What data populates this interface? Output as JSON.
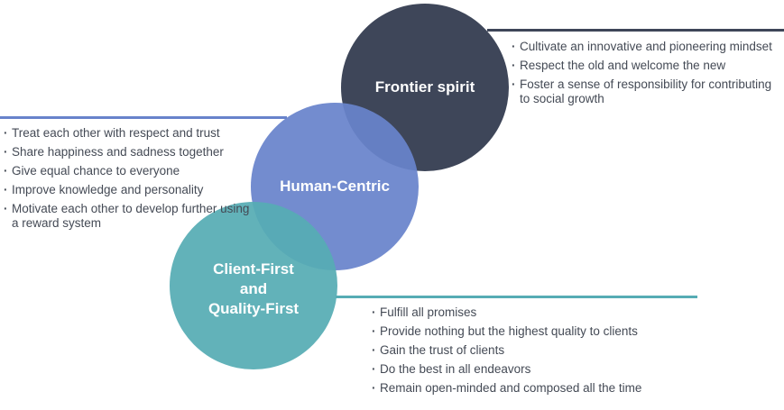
{
  "frontier": {
    "title": "Frontier spirit",
    "items": [
      "Cultivate an innovative and pioneering mindset",
      "Respect the old and welcome the new",
      "Foster a sense of responsibility for contributing to social growth"
    ],
    "color": "#3e4659"
  },
  "human": {
    "title": "Human-Centric",
    "items": [
      "Treat each other with respect and trust",
      "Share happiness and sadness together",
      "Give equal chance to everyone",
      "Improve knowledge and personality",
      "Motivate each other to develop further using a reward system"
    ],
    "color": "#6883cb"
  },
  "client": {
    "title_lines": [
      "Client-First",
      "and",
      "Quality-First"
    ],
    "items": [
      "Fulfill all promises",
      "Provide nothing but the highest quality to clients",
      "Gain the trust of clients",
      "Do the best in all endeavors",
      "Remain open-minded and composed all the time"
    ],
    "color": "#56acb4"
  }
}
